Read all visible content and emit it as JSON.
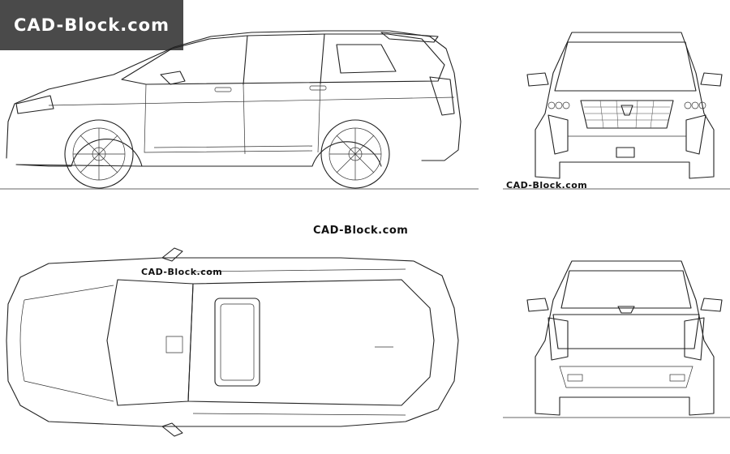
{
  "badge": {
    "text": "CAD-Block.com"
  },
  "watermarks": {
    "center": "CAD-Block.com",
    "front_view": "CAD-Block.com",
    "top_view": "CAD-Block.com"
  },
  "colors": {
    "badge_bg": "#4a4a4a",
    "badge_text": "#ffffff",
    "line": "#222222",
    "background": "#ffffff"
  }
}
